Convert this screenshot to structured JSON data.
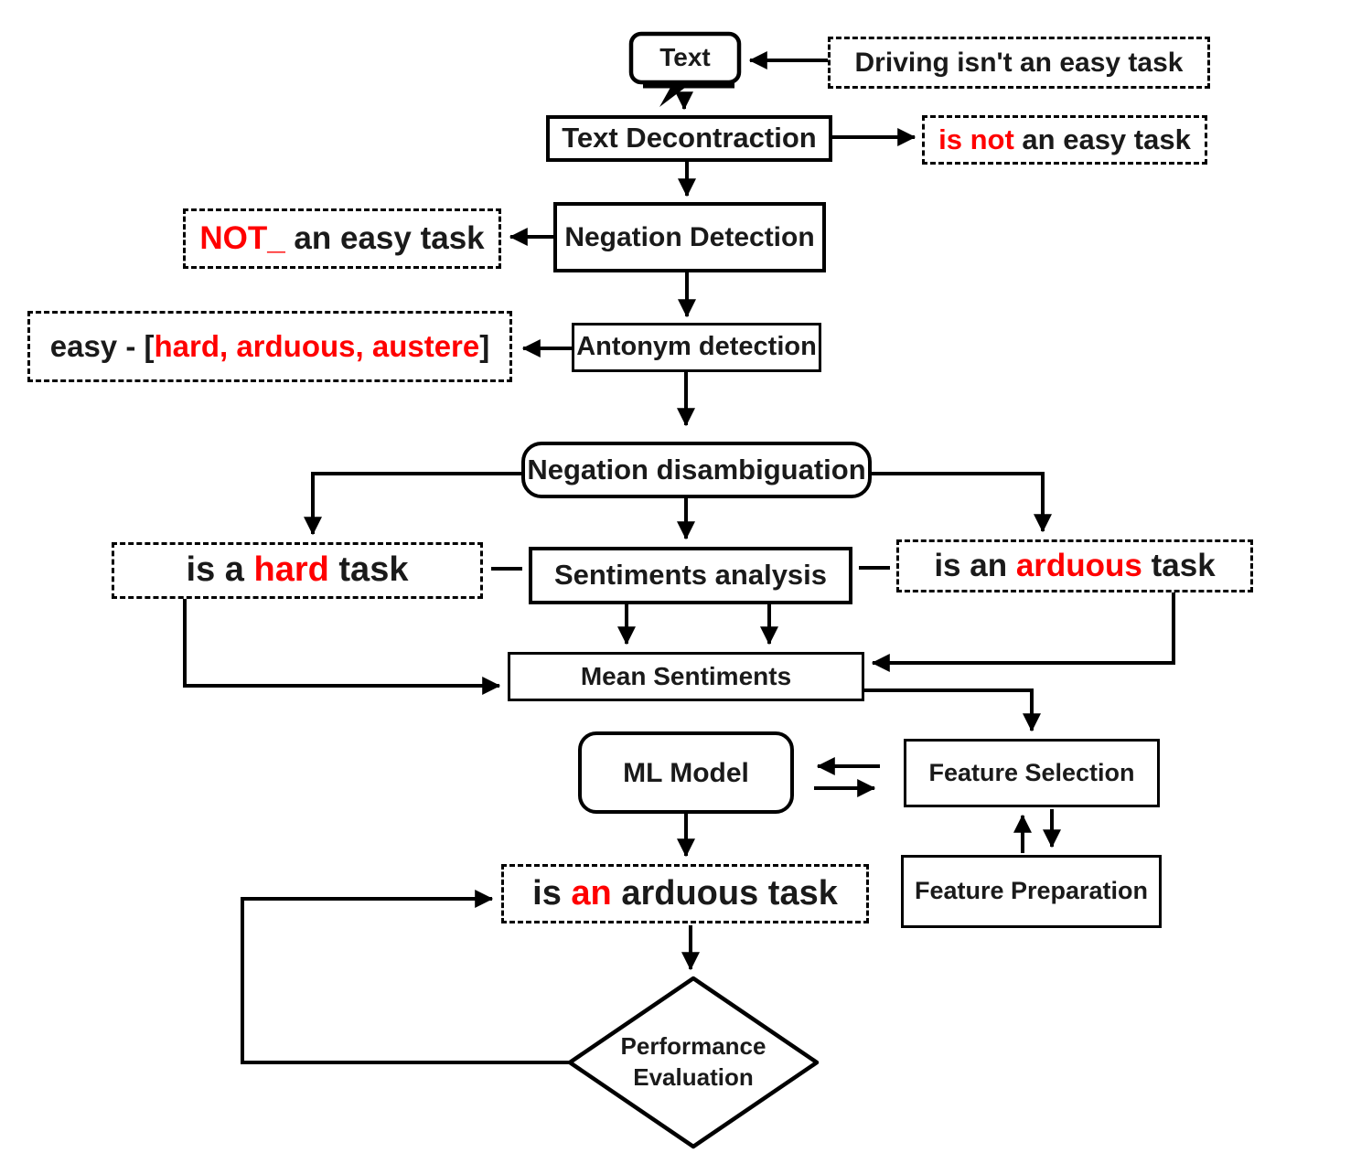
{
  "colors": {
    "red": "#ff0000",
    "ink": "#1a1a1a",
    "line": "#000000"
  },
  "nodes": {
    "text_bubble": {
      "label": "Text"
    },
    "text_decontraction": {
      "label": "Text Decontraction"
    },
    "negation_detection": {
      "label": "Negation Detection"
    },
    "antonym_detection": {
      "label": "Antonym detection"
    },
    "negation_disambiguation": {
      "label": "Negation disambiguation"
    },
    "sentiments_analysis": {
      "label": "Sentiments analysis"
    },
    "mean_sentiments": {
      "label": "Mean Sentiments"
    },
    "ml_model": {
      "label": "ML Model"
    },
    "feature_selection": {
      "label": "Feature Selection"
    },
    "feature_preparation": {
      "label": "Feature Preparation"
    },
    "performance_evaluation": {
      "line1": "Performance",
      "line2": "Evaluation"
    }
  },
  "annotations": {
    "input_sentence": {
      "text": "Driving isn't an easy task"
    },
    "decontracted": {
      "red": "is not",
      "rest": " an easy task"
    },
    "negation_marked": {
      "red": "NOT_",
      "rest": " an easy task"
    },
    "antonyms": {
      "pre": "easy - [",
      "red": "hard, arduous, austere",
      "post": "]"
    },
    "hard_variant": {
      "pre": "is a ",
      "red": "hard",
      "post": " task"
    },
    "arduous_variant": {
      "pre": "is an ",
      "red": "arduous",
      "post": " task"
    },
    "prediction": {
      "pre": "is ",
      "red": "an",
      "post": " arduous task"
    }
  }
}
